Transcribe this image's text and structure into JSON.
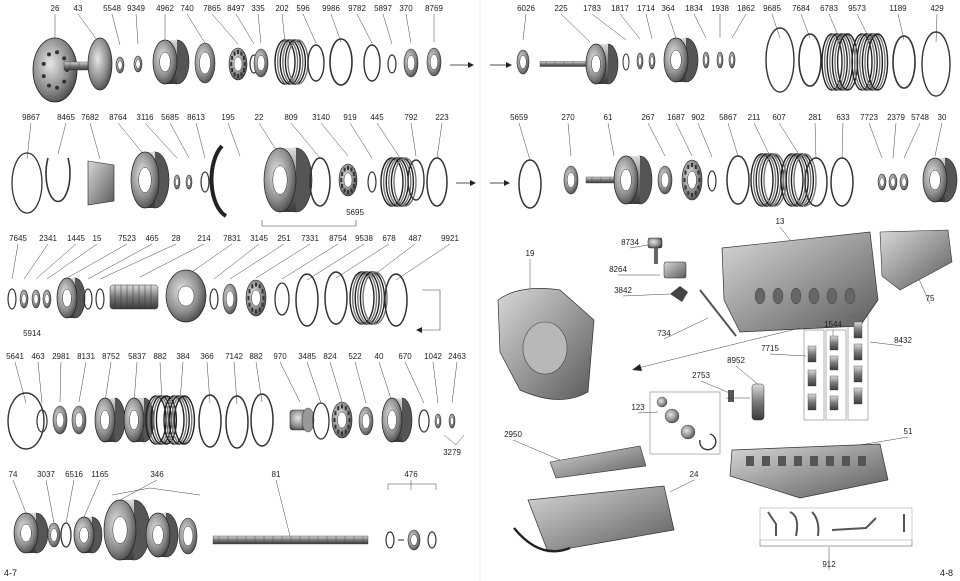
{
  "pages": {
    "left": "4-7",
    "right": "4-8"
  },
  "parts": {
    "row1_left": [
      "26",
      "43",
      "5548",
      "9349",
      "4962",
      "740",
      "7865",
      "8497",
      "335",
      "202",
      "596",
      "9986",
      "9782",
      "5897",
      "370",
      "8769"
    ],
    "row1_right": [
      "6026",
      "225",
      "1783",
      "1817",
      "1714",
      "364",
      "1834",
      "1938",
      "1862",
      "9685",
      "7684",
      "6783",
      "9573",
      "1189",
      "429"
    ],
    "row2_left": [
      "9867",
      "8465",
      "7682",
      "8764",
      "3116",
      "5685",
      "8613",
      "195",
      "22",
      "809",
      "3140",
      "919",
      "445",
      "792",
      "223"
    ],
    "row2_extra": "5695",
    "row2_right": [
      "5659",
      "270",
      "61",
      "267",
      "1687",
      "902",
      "5867",
      "211",
      "607",
      "281",
      "633",
      "7723",
      "2379",
      "5748",
      "30"
    ],
    "row3": [
      "7645",
      "2341",
      "1445",
      "15",
      "7523",
      "465",
      "28",
      "214",
      "7831",
      "3145",
      "251",
      "7331",
      "8754",
      "9538",
      "678",
      "487",
      "9921"
    ],
    "row3_extra": "5914",
    "row4": [
      "5641",
      "463",
      "2981",
      "8131",
      "8752",
      "5837",
      "882",
      "384",
      "366",
      "7142",
      "882",
      "970",
      "3485",
      "824",
      "522",
      "40",
      "670",
      "1042",
      "2463"
    ],
    "row4_extra": "3279",
    "row5": [
      "74",
      "3037",
      "6516",
      "1165",
      "346",
      "81",
      "476"
    ],
    "right_lower": [
      "8734",
      "8264",
      "3842",
      "734",
      "13",
      "75",
      "19",
      "1544",
      "8432",
      "7715",
      "8952",
      "2753",
      "123",
      "2950",
      "24",
      "51",
      "912"
    ]
  },
  "colors": {
    "ink": "#222222",
    "metal_dark": "#3a3a3a",
    "metal_mid": "#8c8c8c",
    "metal_light": "#c8c8c8"
  }
}
